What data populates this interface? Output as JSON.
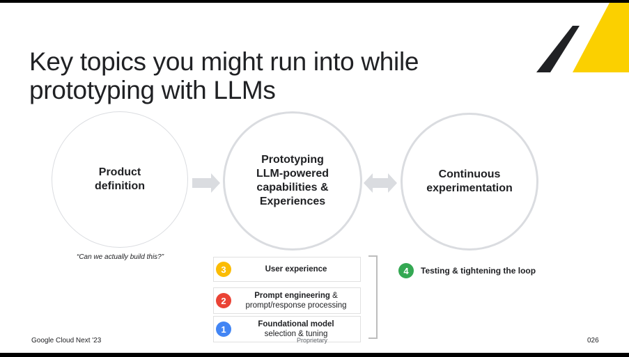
{
  "slide": {
    "title_line1": "Key topics you might run into while",
    "title_line2": "prototyping with LLMs",
    "circles": [
      {
        "label": "Product\ndefinition"
      },
      {
        "label": "Prototyping\nLLM-powered\ncapabilities &\nExperiences"
      },
      {
        "label": "Continuous\nexperimentation"
      }
    ],
    "quote": "“Can we actually build this?”",
    "steps": {
      "s3": {
        "num": "3",
        "bold": "User experience",
        "rest": "",
        "color": "#fbbc04"
      },
      "s2": {
        "num": "2",
        "bold": "Prompt engineering",
        "rest1": " &",
        "rest2": "prompt/response processing",
        "color": "#ea4335"
      },
      "s1": {
        "num": "1",
        "bold": "Foundational model",
        "rest2": "selection & tuning",
        "color": "#4285f4"
      },
      "s4": {
        "num": "4",
        "label": "Testing & tightening the loop",
        "color": "#34a853"
      }
    },
    "footer_left": "Google Cloud Next '23",
    "footer_center": "Proprietary",
    "page_number": "026",
    "accent_yellow": "#fbd000",
    "accent_dark": "#202124"
  }
}
